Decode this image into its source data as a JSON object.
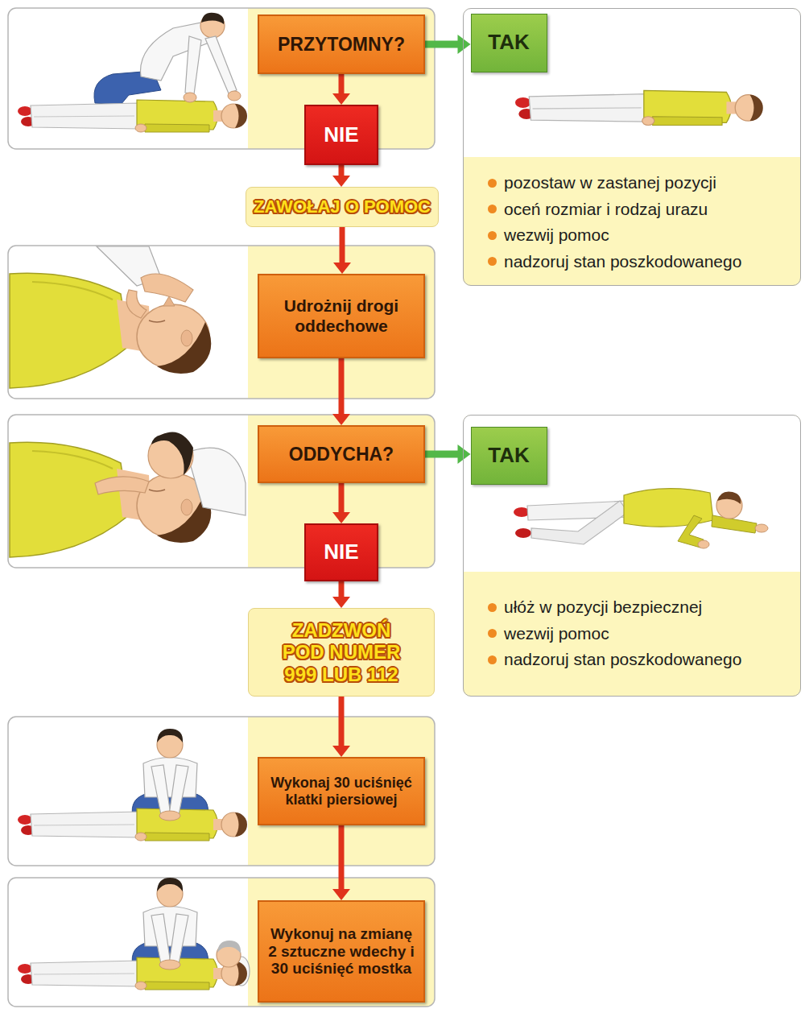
{
  "diagram": {
    "nodes": [
      {
        "text": [
          "PRZYTOMNY?"
        ]
      },
      {
        "text": [
          "pozostaw w zastanej pozycji",
          "oceń rozmiar i rodzaj urazu",
          "wezwij pomoc",
          "nadzoruj stan poszkodowanego"
        ]
      },
      {
        "text": [
          "TAK"
        ],
        "in": 1
      },
      {
        "text": [
          "NIE"
        ]
      },
      {
        "text": [
          "ZAWOŁAJ O POMOC"
        ]
      },
      {
        "text": [
          "Udrożnij drogi oddechowe"
        ]
      },
      {
        "text": [
          "ODDYCHA?"
        ]
      },
      {
        "text": [
          "ułóż w pozycji bezpiecznej",
          "wezwij pomoc",
          "nadzoruj stan poszkodowanego"
        ]
      },
      {
        "text": [
          "TAK"
        ],
        "in": 7
      },
      {
        "text": [
          "NIE"
        ]
      },
      {
        "text": [
          "ZADZWOŃ POD NUMER 999 LUB 112"
        ]
      },
      {
        "text": [
          "Wykonaj 30 uciśnięć klatki piersiowej"
        ]
      },
      {
        "text": [
          "Wykonuj na zmianę 2 sztuczne wdechy i 30 uciśnięć mostka"
        ]
      }
    ],
    "edges": [
      {
        "from": 0,
        "to": 2,
        "arrow": "to"
      },
      {
        "from": 0,
        "to": 3,
        "arrow": "to"
      },
      {
        "from": 3,
        "to": 4,
        "arrow": "to"
      },
      {
        "from": 4,
        "to": 5,
        "arrow": "to"
      },
      {
        "from": 5,
        "to": 6,
        "arrow": "to"
      },
      {
        "from": 6,
        "to": 8,
        "arrow": "to"
      },
      {
        "from": 6,
        "to": 9,
        "arrow": "to"
      },
      {
        "from": 9,
        "to": 10,
        "arrow": "to"
      },
      {
        "from": 10,
        "to": 11,
        "arrow": "to"
      },
      {
        "from": 11,
        "to": 12,
        "arrow": "to"
      }
    ]
  }
}
